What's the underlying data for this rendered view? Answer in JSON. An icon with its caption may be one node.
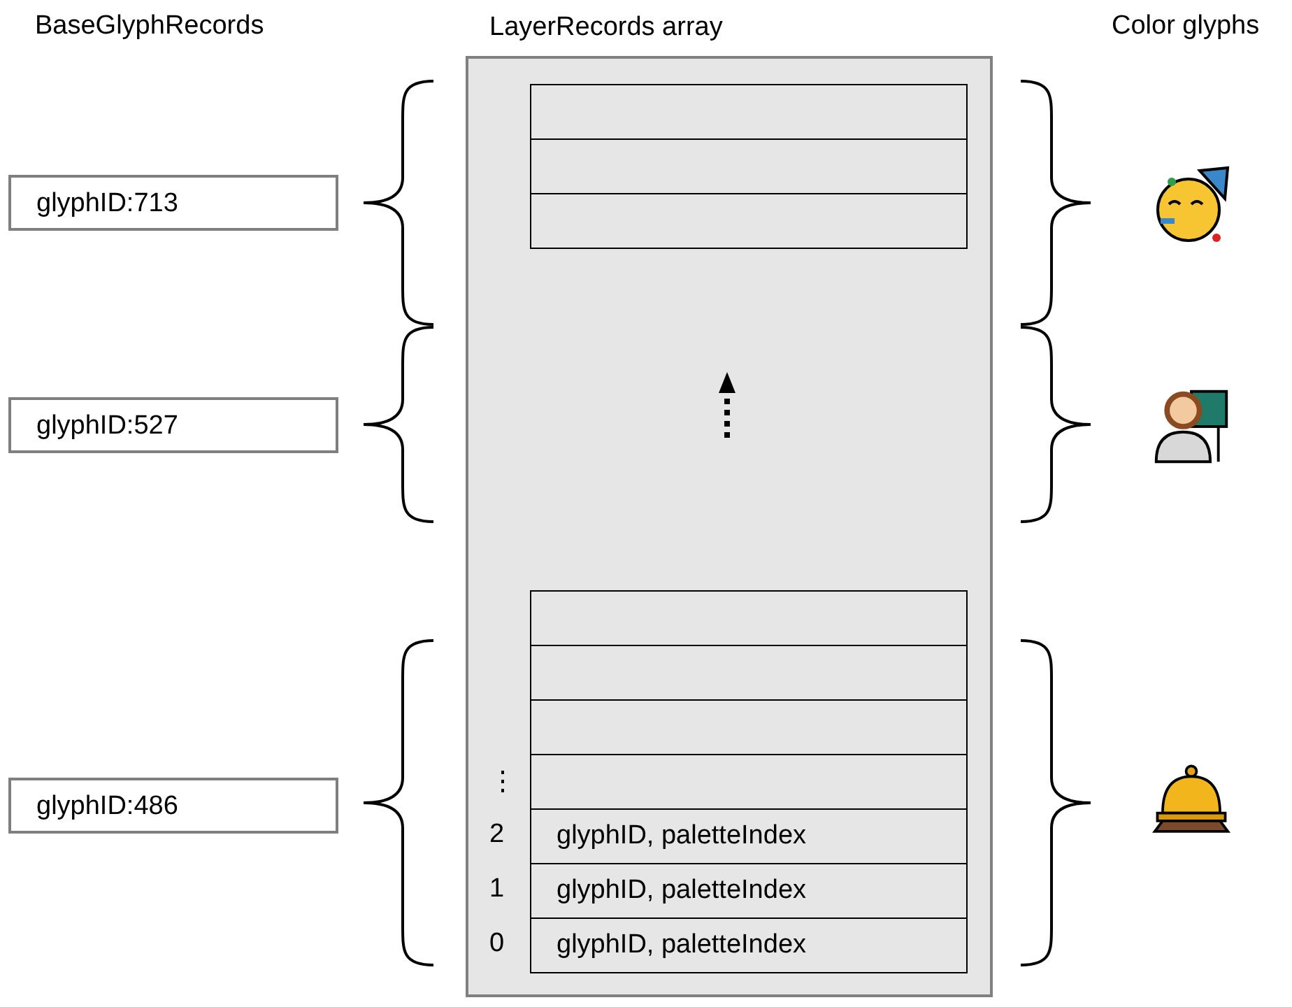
{
  "diagram": {
    "nodes": [
      {
        "text": [
          "glyphID:713"
        ]
      },
      {
        "text": [
          "glyphID:527"
        ]
      },
      {
        "text": [
          "glyphID:486"
        ]
      },
      {
        "text": [
          "LayerRecords array"
        ]
      },
      {
        "text": [],
        "shape": "box",
        "in": 3
      },
      {
        "text": [],
        "shape": "box",
        "in": 3
      },
      {
        "text": [],
        "shape": "box",
        "in": 3
      },
      {
        "text": [],
        "shape": "box",
        "in": 3
      },
      {
        "text": [],
        "shape": "box",
        "in": 3
      },
      {
        "text": [],
        "shape": "box",
        "in": 3
      },
      {
        "text": [],
        "shape": "box",
        "in": 3,
        "beside": [
          "⋮"
        ]
      },
      {
        "text": [
          "glyphID, paletteIndex"
        ],
        "in": 3,
        "beside": [
          "2"
        ]
      },
      {
        "text": [
          "glyphID, paletteIndex"
        ],
        "in": 3,
        "beside": [
          "1"
        ]
      },
      {
        "text": [
          "glyphID, paletteIndex"
        ],
        "in": 3,
        "beside": [
          "0"
        ]
      },
      {
        "text": [],
        "shape": "picture"
      },
      {
        "text": [],
        "shape": "picture"
      },
      {
        "text": [],
        "shape": "picture"
      }
    ],
    "labels": [
      "BaseGlyphRecords",
      "Color glyphs"
    ]
  }
}
